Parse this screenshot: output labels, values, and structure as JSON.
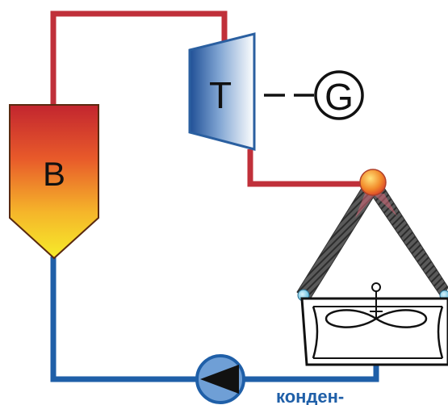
{
  "labels": {
    "boiler": "B",
    "turbine": "T",
    "generator": "G",
    "condensate": "конден-"
  },
  "colors": {
    "hot_pipe": "#c0303a",
    "cold_pipe": "#1f5fa8",
    "turbine_edge": "#2a5fa0",
    "boiler_top": "#c2252f",
    "boiler_bottom": "#f6ec2a",
    "pump_fill": "#6f9fd6",
    "coil_dark": "#4a4a4a",
    "label_blue": "#1f5fa8"
  },
  "icons": [
    "boiler-icon",
    "turbine-icon",
    "generator-icon",
    "pump-icon",
    "condenser-coil-icon",
    "fan-icon"
  ]
}
